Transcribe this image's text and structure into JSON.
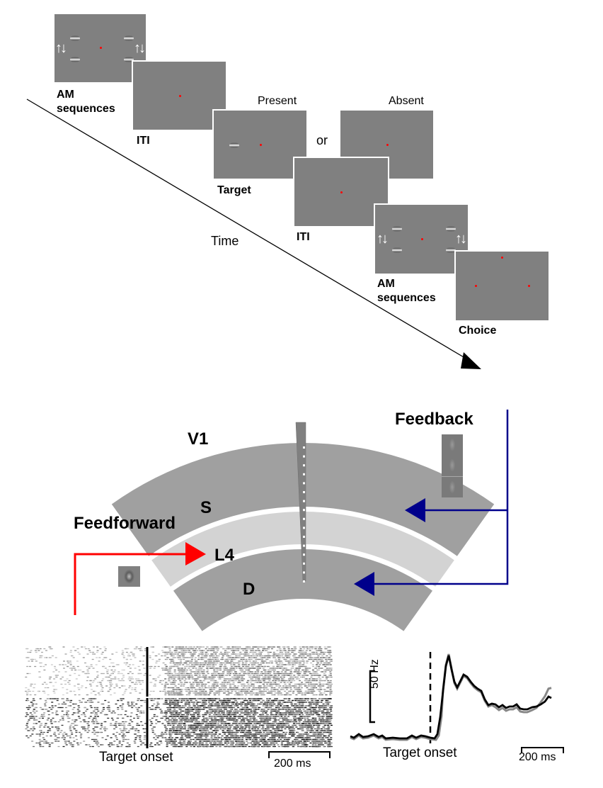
{
  "paradigm": {
    "time_label": "Time",
    "or_label": "or",
    "screens": [
      {
        "id": "am1",
        "label": "AM\nsequences",
        "label_line1": "AM",
        "label_line2": "sequences",
        "fixation_points": 1,
        "gabors": 4,
        "arrows": "↑↓"
      },
      {
        "id": "iti1",
        "label": "ITI",
        "fixation_points": 1
      },
      {
        "id": "target",
        "label": "Target",
        "header": "Present",
        "fixation_points": 1,
        "gabors": 1
      },
      {
        "id": "absent",
        "header": "Absent",
        "fixation_points": 1
      },
      {
        "id": "iti2",
        "label": "ITI",
        "fixation_points": 1
      },
      {
        "id": "am2",
        "label_line1": "AM",
        "label_line2": "sequences",
        "fixation_points": 1,
        "gabors": 4,
        "arrows": "↑↓"
      },
      {
        "id": "choice",
        "label": "Choice",
        "fixation_points": 3
      }
    ],
    "colors": {
      "screen_bg": "#808080",
      "fixation": "#ff0000"
    }
  },
  "cortex": {
    "area_label": "V1",
    "layers": [
      {
        "label": "S",
        "color": "#a0a0a0"
      },
      {
        "label": "L4",
        "color": "#d3d3d3"
      },
      {
        "label": "D",
        "color": "#a0a0a0"
      }
    ],
    "feedforward": {
      "label": "Feedforward",
      "color": "#ff0000",
      "target_layer": "L4"
    },
    "feedback": {
      "label": "Feedback",
      "color": "#00008b",
      "target_layers": [
        "S",
        "D"
      ]
    },
    "probe_contacts": 16,
    "probe_color": "#808080"
  },
  "raster": {
    "xlabel": "Target onset",
    "scalebar_label": "200 ms",
    "groups": [
      {
        "name": "upper",
        "shade": "light-gray"
      },
      {
        "name": "lower",
        "shade": "black"
      }
    ]
  },
  "psth": {
    "xlabel": "Target onset",
    "scalebar_label": "200 ms",
    "y_scalebar_label": "50 Hz",
    "series": [
      {
        "name": "gray",
        "color": "#888888"
      },
      {
        "name": "black",
        "color": "#000000"
      }
    ]
  }
}
